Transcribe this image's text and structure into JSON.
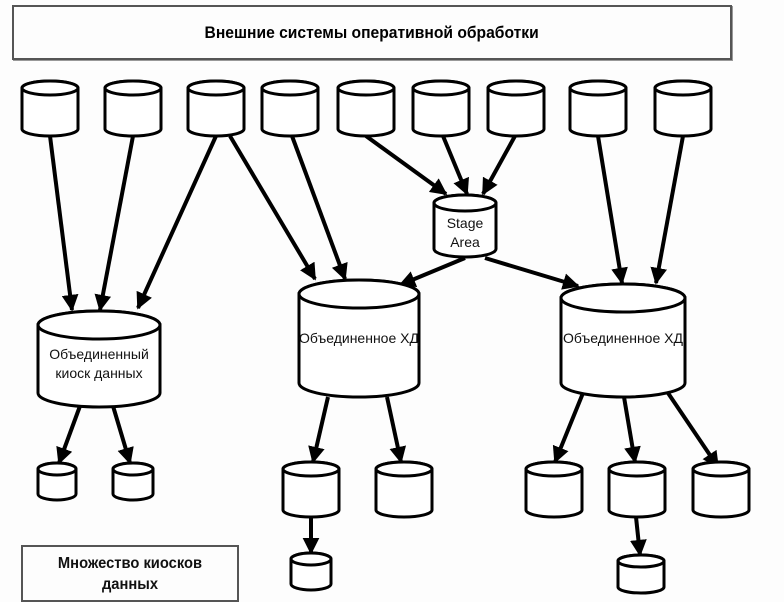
{
  "header": {
    "title": "Внешние системы оперативной обработки",
    "top_cut_text": "…"
  },
  "legend": {
    "text": "Множество киосков данных"
  },
  "nodes": {
    "stage_area": {
      "label": "Stage Area"
    },
    "kiosk": {
      "label": "Объединенный киоск данных"
    },
    "dw_middle": {
      "label": "Объединенное ХД"
    },
    "dw_right": {
      "label": "Объединенное ХД"
    }
  },
  "source_count": 9,
  "colors": {
    "stroke": "#000000",
    "fill": "#ffffff",
    "background": "#fdfdfd"
  }
}
